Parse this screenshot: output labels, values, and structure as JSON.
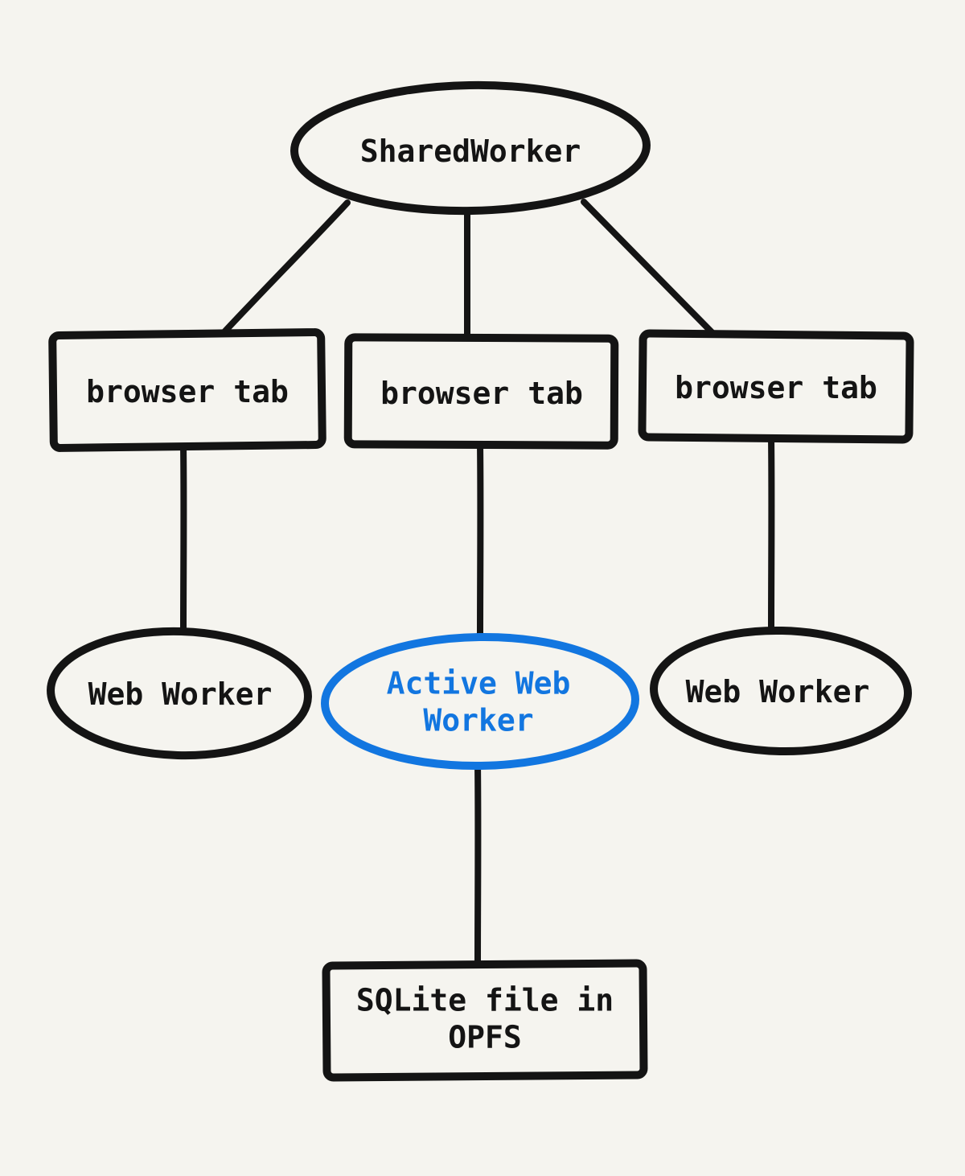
{
  "diagram": {
    "kind": "hand-drawn architecture diagram",
    "colors": {
      "background": "#f5f4ef",
      "ink": "#141414",
      "accent": "#1276e0"
    },
    "nodes": {
      "shared_worker": {
        "label": "SharedWorker",
        "shape": "ellipse",
        "color": "ink"
      },
      "browser_tab_left": {
        "label": "browser tab",
        "shape": "rectangle",
        "color": "ink"
      },
      "browser_tab_center": {
        "label": "browser tab",
        "shape": "rectangle",
        "color": "ink"
      },
      "browser_tab_right": {
        "label": "browser tab",
        "shape": "rectangle",
        "color": "ink"
      },
      "web_worker_left": {
        "label": "Web Worker",
        "shape": "ellipse",
        "color": "ink"
      },
      "active_web_worker": {
        "label": "Active Web Worker",
        "shape": "ellipse",
        "color": "accent"
      },
      "web_worker_right": {
        "label": "Web Worker",
        "shape": "ellipse",
        "color": "ink"
      },
      "sqlite_file": {
        "label": "SQLite file in OPFS",
        "shape": "rectangle",
        "color": "ink"
      }
    },
    "edges": [
      {
        "from": "shared_worker",
        "to": "browser_tab_left"
      },
      {
        "from": "shared_worker",
        "to": "browser_tab_center"
      },
      {
        "from": "shared_worker",
        "to": "browser_tab_right"
      },
      {
        "from": "browser_tab_left",
        "to": "web_worker_left"
      },
      {
        "from": "browser_tab_center",
        "to": "active_web_worker"
      },
      {
        "from": "browser_tab_right",
        "to": "web_worker_right"
      },
      {
        "from": "active_web_worker",
        "to": "sqlite_file"
      }
    ]
  }
}
